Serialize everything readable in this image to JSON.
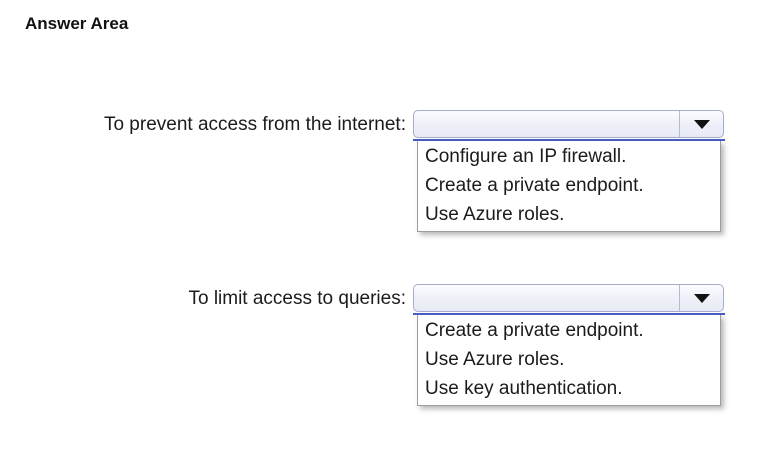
{
  "title": "Answer Area",
  "colors": {
    "dropdown_open_accent": "#4a5ec4",
    "combobox_border": "#a6accd",
    "list_border": "#9d9d9d",
    "text": "#1b1b1b"
  },
  "questions": [
    {
      "label": "To prevent access from the internet:",
      "selected_value": "",
      "options": [
        "Configure an IP firewall.",
        "Create a private endpoint.",
        "Use Azure roles."
      ]
    },
    {
      "label": "To limit access to queries:",
      "selected_value": "",
      "options": [
        "Create a private endpoint.",
        "Use Azure roles.",
        "Use key authentication."
      ]
    }
  ]
}
